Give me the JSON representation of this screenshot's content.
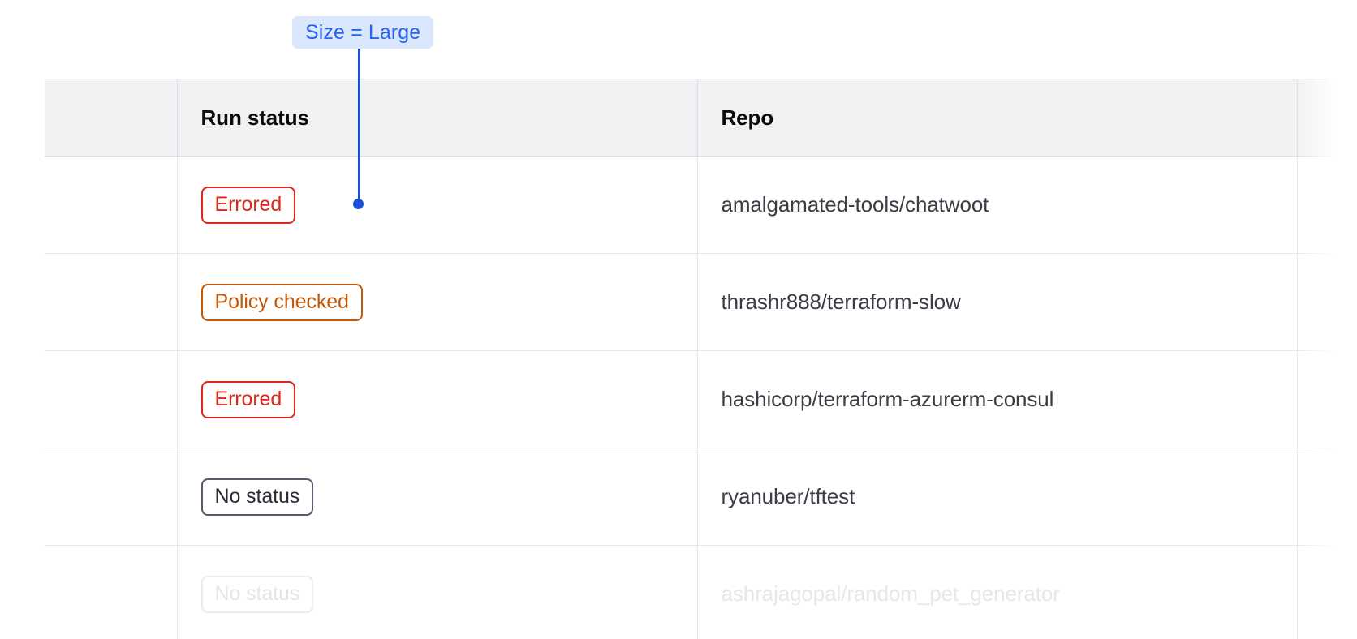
{
  "annotation": {
    "label": "Size = Large",
    "pill_bg": "#dbe7fd",
    "text_color": "#2563eb",
    "line_color": "#1d4ed8"
  },
  "table": {
    "columns": [
      {
        "key": "select",
        "label": ""
      },
      {
        "key": "status",
        "label": "Run status"
      },
      {
        "key": "repo",
        "label": "Repo"
      },
      {
        "key": "extra",
        "label": ""
      }
    ],
    "rows": [
      {
        "status": "Errored",
        "status_kind": "errored",
        "repo": "amalgamated-tools/chatwoot"
      },
      {
        "status": "Policy checked",
        "status_kind": "policy-checked",
        "repo": "thrashr888/terraform-slow"
      },
      {
        "status": "Errored",
        "status_kind": "errored",
        "repo": "hashicorp/terraform-azurerm-consul"
      },
      {
        "status": "No status",
        "status_kind": "none",
        "repo": "ryanuber/tftest"
      },
      {
        "status": "No status",
        "status_kind": "none",
        "repo": "ashrajagopal/random_pet_generator"
      }
    ],
    "status_colors": {
      "errored": "#e1261c",
      "policy-checked": "#c2590a",
      "none": "#565c6b"
    },
    "header_bg": "#f1f2f4",
    "border_color": "#e7e8ea"
  }
}
